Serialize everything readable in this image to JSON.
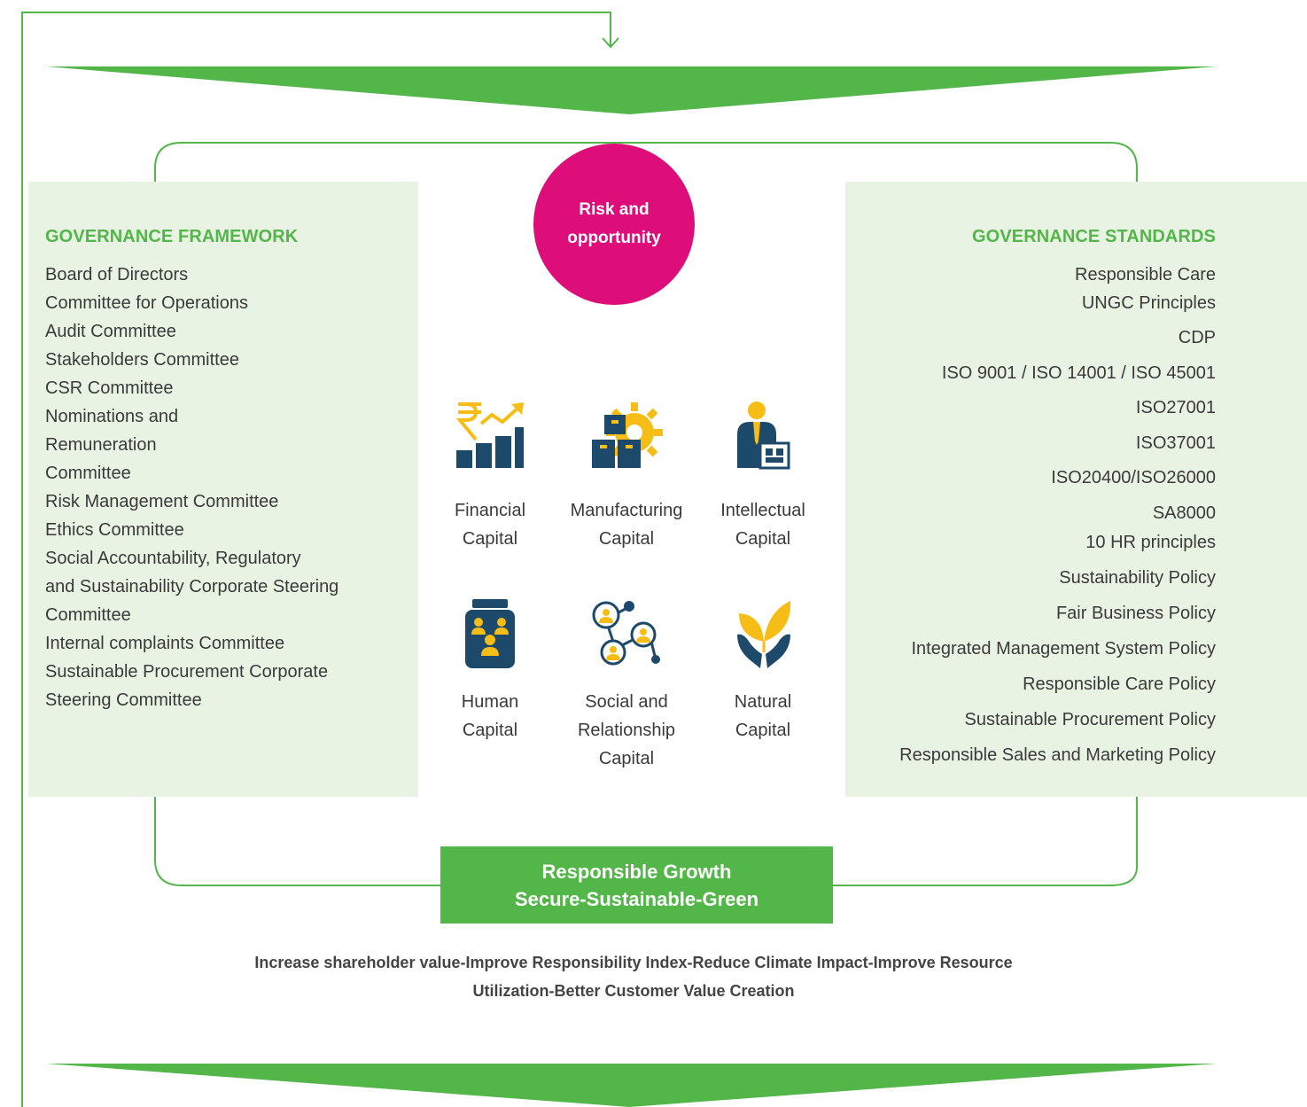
{
  "colors": {
    "green": "#52b649",
    "panel_bg": "#e9f3e4",
    "magenta": "#dd0d79",
    "navy": "#1d4a6b",
    "gold": "#f5bd15",
    "text": "#3a3a3a"
  },
  "governance_framework": {
    "title": "GOVERNANCE FRAMEWORK",
    "items": [
      "Board of Directors",
      "Committee for Operations",
      "Audit Committee",
      "Stakeholders Committee",
      "CSR Committee",
      "Nominations and",
      "Remuneration",
      "Committee",
      "Risk Management Committee",
      "Ethics Committee",
      "Social Accountability, Regulatory",
      "and Sustainability Corporate Steering",
      "Committee",
      "Internal complaints Committee",
      "Sustainable Procurement Corporate",
      "Steering Committee"
    ]
  },
  "governance_standards": {
    "title": "GOVERNANCE STANDARDS",
    "items": [
      "Responsible Care",
      "UNGC  Principles",
      "CDP",
      "ISO 9001 / ISO 14001 / ISO 45001",
      "ISO27001",
      "ISO37001",
      "ISO20400/ISO26000",
      "SA8000",
      "10 HR principles",
      "Sustainability Policy",
      "Fair Business Policy",
      "Integrated Management System Policy",
      "Responsible Care Policy",
      "Sustainable Procurement Policy",
      "Responsible Sales and Marketing Policy"
    ]
  },
  "risk_circle": {
    "line1": "Risk and",
    "line2": "opportunity"
  },
  "capitals": [
    {
      "icon": "financial-capital-icon",
      "line1": "Financial",
      "line2": "Capital",
      "line3": ""
    },
    {
      "icon": "manufacturing-capital-icon",
      "line1": "Manufacturing",
      "line2": "Capital",
      "line3": ""
    },
    {
      "icon": "intellectual-capital-icon",
      "line1": "Intellectual",
      "line2": "Capital",
      "line3": ""
    },
    {
      "icon": "human-capital-icon",
      "line1": "Human",
      "line2": "Capital",
      "line3": ""
    },
    {
      "icon": "social-relationship-capital-icon",
      "line1": "Social and",
      "line2": "Relationship",
      "line3": "Capital"
    },
    {
      "icon": "natural-capital-icon",
      "line1": "Natural",
      "line2": "Capital",
      "line3": ""
    }
  ],
  "growth_box": {
    "line1": "Responsible Growth",
    "line2": "Secure-Sustainable-Green"
  },
  "outcomes": {
    "line1": "Increase shareholder value-Improve Responsibility Index-Reduce Climate Impact-Improve Resource",
    "line2": "Utilization-Better Customer Value Creation"
  }
}
